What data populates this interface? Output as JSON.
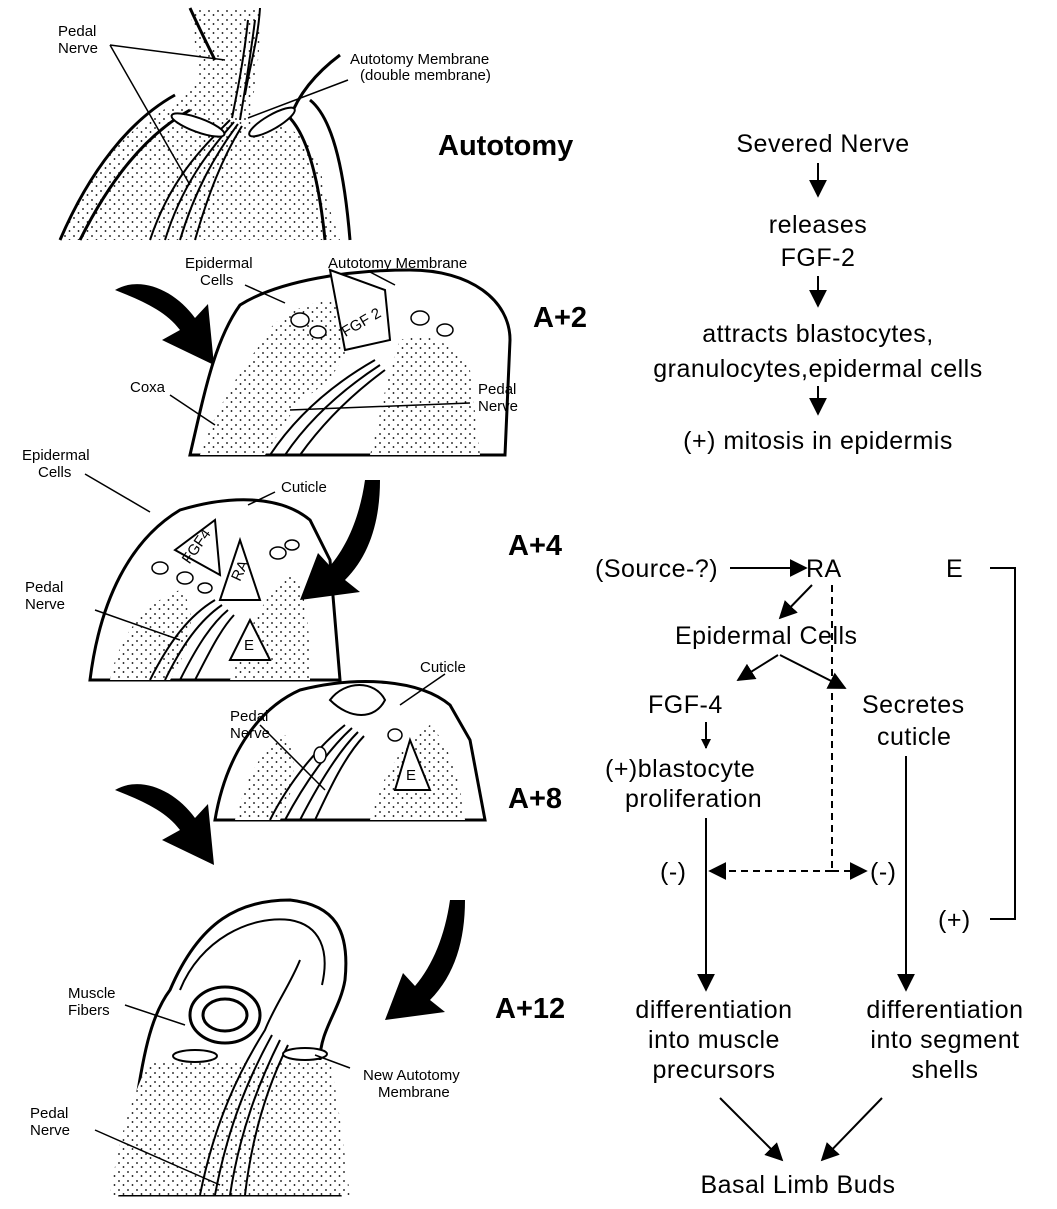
{
  "stages": {
    "autotomy": "Autotomy",
    "a2": "A+2",
    "a4": "A+4",
    "a8": "A+8",
    "a12": "A+12"
  },
  "panel_labels": {
    "p1_pedal_nerve_1": "Pedal",
    "p1_pedal_nerve_2": "Nerve",
    "p1_membrane_1": "Autotomy Membrane",
    "p1_membrane_2": "(double membrane)",
    "p2_epidermal_1": "Epidermal",
    "p2_epidermal_2": "Cells",
    "p2_membrane": "Autotomy Membrane",
    "p2_coxa": "Coxa",
    "p2_pedal_1": "Pedal",
    "p2_pedal_2": "Nerve",
    "p2_fgf2": "FGF 2",
    "p3_epidermal_1": "Epidermal",
    "p3_epidermal_2": "Cells",
    "p3_cuticle": "Cuticle",
    "p3_pedal_1": "Pedal",
    "p3_pedal_2": "Nerve",
    "p3_fgf4": "FGF4",
    "p3_ra": "RA",
    "p3_e": "E",
    "p4_cuticle": "Cuticle",
    "p4_pedal_1": "Pedal",
    "p4_pedal_2": "Nerve",
    "p4_e": "E",
    "p5_muscle_1": "Muscle",
    "p5_muscle_2": "Fibers",
    "p5_new_membrane_1": "New Autotomy",
    "p5_new_membrane_2": "Membrane",
    "p5_pedal_1": "Pedal",
    "p5_pedal_2": "Nerve"
  },
  "flow": {
    "severed": "Severed Nerve",
    "releases_1": "releases",
    "releases_2": "FGF-2",
    "attracts_1": "attracts blastocytes,",
    "attracts_2": "granulocytes,epidermal cells",
    "mitosis": "(+) mitosis in epidermis",
    "source": "(Source-?)",
    "ra": "RA",
    "e": "E",
    "epidermal": "Epidermal Cells",
    "fgf4": "FGF-4",
    "secretes_1": "Secretes",
    "secretes_2": "cuticle",
    "prolif_1": "(+)blastocyte",
    "prolif_2": "proliferation",
    "minus_left": "(-)",
    "minus_right": "(-)",
    "plus": "(+)",
    "diff_muscle_1": "differentiation",
    "diff_muscle_2": "into muscle",
    "diff_muscle_3": "precursors",
    "diff_shell_1": "differentiation",
    "diff_shell_2": "into segment",
    "diff_shell_3": "shells",
    "basal": "Basal Limb Buds"
  }
}
